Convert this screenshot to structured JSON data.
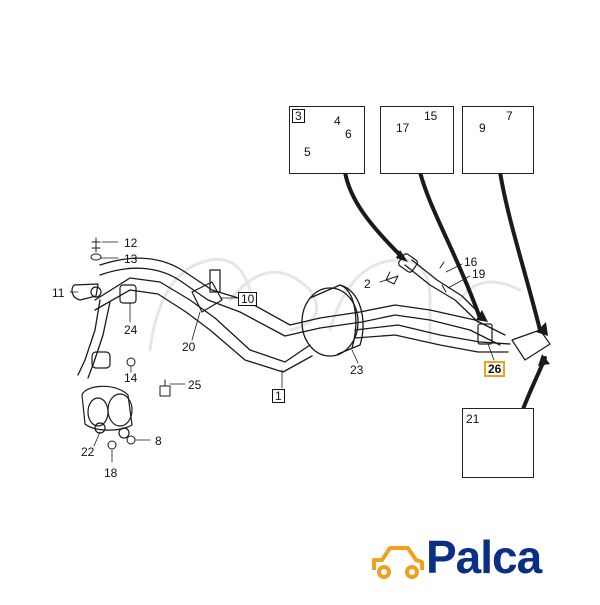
{
  "diagram": {
    "callouts": {
      "c1": "1",
      "c2": "2",
      "c3": "3",
      "c4": "4",
      "c5": "5",
      "c6": "6",
      "c7": "7",
      "c8": "8",
      "c9": "9",
      "c10": "10",
      "c11": "11",
      "c12": "12",
      "c13": "13",
      "c14": "14",
      "c15": "15",
      "c16": "16",
      "c17": "17",
      "c18": "18",
      "c19": "19",
      "c20": "20",
      "c21": "21",
      "c22": "22",
      "c23": "23",
      "c24": "24",
      "c25": "25",
      "c26": "26"
    },
    "highlight_color": "#f0a020",
    "line_color": "#1a1a1a"
  },
  "logo": {
    "text": "Palca",
    "text_color": "#0b2f86",
    "icon_color": "#f0a020",
    "icon": "car-icon"
  }
}
